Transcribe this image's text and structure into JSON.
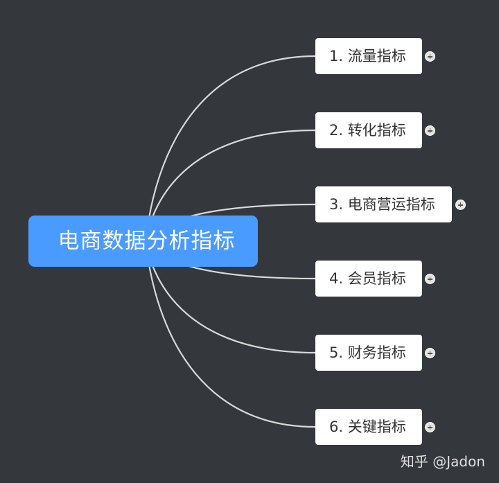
{
  "mindmap": {
    "root": {
      "label": "电商数据分析指标"
    },
    "branches": [
      {
        "label": "1. 流量指标"
      },
      {
        "label": "2. 转化指标"
      },
      {
        "label": "3. 电商营运指标"
      },
      {
        "label": "4. 会员指标"
      },
      {
        "label": "5. 财务指标"
      },
      {
        "label": "6. 关键指标"
      }
    ]
  },
  "watermark": {
    "text": "知乎 @Jadon"
  },
  "colors": {
    "background": "#34373b",
    "root_fill": "#4a9bff",
    "branch_fill": "#ffffff",
    "connector": "#d9d9d9"
  },
  "icons": {
    "expand": "plus-circle-icon"
  }
}
